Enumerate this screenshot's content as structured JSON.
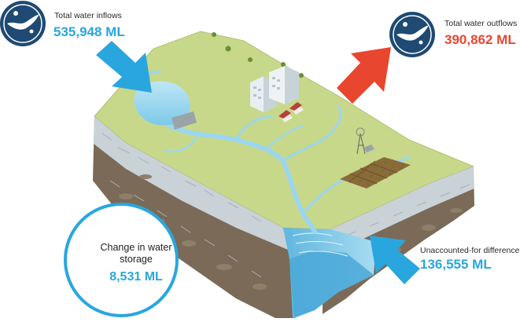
{
  "inflows": {
    "label": "Total water inflows",
    "value": "535,948 ML",
    "color": "#2aa6de"
  },
  "outflows": {
    "label": "Total water outflows",
    "value": "390,862 ML",
    "color": "#e8462f"
  },
  "storage": {
    "label": "Change in water storage",
    "value": "8,531 ML",
    "color": "#2aa6de"
  },
  "unaccounted": {
    "label": "Unaccounted-for difference",
    "value": "136,555 ML",
    "color": "#2aa6de"
  },
  "icons": [
    "water-drop-icon",
    "inflow-arrow-icon",
    "outflow-arrow-icon",
    "storage-up-arrow-icon",
    "unaccounted-arrow-icon"
  ]
}
